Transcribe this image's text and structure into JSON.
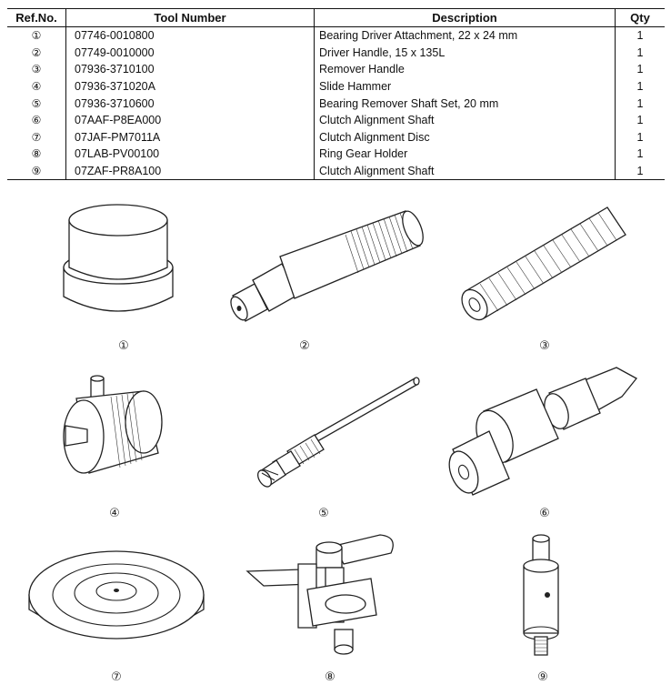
{
  "table": {
    "headers": {
      "ref": "Ref.No.",
      "tool_number": "Tool Number",
      "description": "Description",
      "qty": "Qty"
    },
    "rows": [
      {
        "ref": "①",
        "tool_number": "07746-0010800",
        "description": "Bearing Driver Attachment, 22 x 24 mm",
        "qty": "1"
      },
      {
        "ref": "②",
        "tool_number": "07749-0010000",
        "description": "Driver Handle, 15 x 135L",
        "qty": "1"
      },
      {
        "ref": "③",
        "tool_number": "07936-3710100",
        "description": "Remover Handle",
        "qty": "1"
      },
      {
        "ref": "④",
        "tool_number": "07936-371020A",
        "description": "Slide Hammer",
        "qty": "1"
      },
      {
        "ref": "⑤",
        "tool_number": "07936-3710600",
        "description": "Bearing Remover Shaft Set, 20 mm",
        "qty": "1"
      },
      {
        "ref": "⑥",
        "tool_number": "07AAF-P8EA000",
        "description": "Clutch Alignment Shaft",
        "qty": "1"
      },
      {
        "ref": "⑦",
        "tool_number": "07JAF-PM7011A",
        "description": "Clutch Alignment Disc",
        "qty": "1"
      },
      {
        "ref": "⑧",
        "tool_number": "07LAB-PV00100",
        "description": "Ring Gear Holder",
        "qty": "1"
      },
      {
        "ref": "⑨",
        "tool_number": "07ZAF-PR8A100",
        "description": "Clutch Alignment Shaft",
        "qty": "1"
      }
    ]
  },
  "figures": {
    "labels": [
      "①",
      "②",
      "③",
      "④",
      "⑤",
      "⑥",
      "⑦",
      "⑧",
      "⑨"
    ],
    "icons": [
      "bearing-driver-attachment-icon",
      "driver-handle-icon",
      "remover-handle-icon",
      "slide-hammer-icon",
      "bearing-remover-shaft-icon",
      "clutch-alignment-shaft-icon",
      "clutch-alignment-disc-icon",
      "ring-gear-holder-icon",
      "clutch-alignment-shaft-small-icon"
    ]
  }
}
